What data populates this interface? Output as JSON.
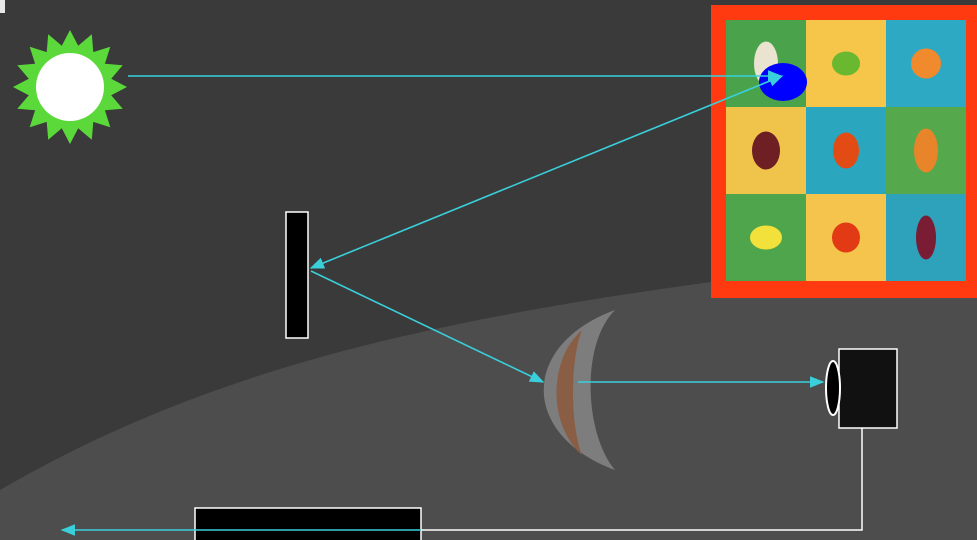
{
  "colors": {
    "background": "#3a3a3a",
    "background_arc": "#4d4d4d",
    "ray": "#39d0dc",
    "sun_rays": "#5bd93a",
    "sun_core": "#ffffff",
    "frame": "#ff3a10",
    "spot": "#0000ff",
    "mirror": "#000000",
    "lens_outer": "#7d7d7d",
    "lens_inner": "#8a5d45",
    "detector": "#111111",
    "wire": "#ffffff",
    "processor": "#000000"
  },
  "diagram": {
    "components": [
      {
        "id": "light-source",
        "icon": "sun-icon"
      },
      {
        "id": "sample",
        "icon": "produce-grid-image",
        "grid": [
          3,
          3
        ],
        "cell_colors": [
          "#4aa34a",
          "#f5c64a",
          "#2ea9c3",
          "#f0c34b",
          "#2aa6bf",
          "#55a84c",
          "#4fa54c",
          "#f5c44c",
          "#2ea2bb"
        ]
      },
      {
        "id": "flat-mirror",
        "icon": "mirror-icon"
      },
      {
        "id": "concave-mirror",
        "icon": "concave-mirror-icon"
      },
      {
        "id": "detector",
        "icon": "camera-icon"
      },
      {
        "id": "processing-unit",
        "icon": "box-icon"
      }
    ],
    "rays": [
      {
        "from": "light-source",
        "to": "sample"
      },
      {
        "from": "sample",
        "to": "flat-mirror"
      },
      {
        "from": "flat-mirror",
        "to": "concave-mirror"
      },
      {
        "from": "concave-mirror",
        "to": "detector"
      },
      {
        "from": "processing-unit",
        "to": "output"
      }
    ],
    "connections": [
      {
        "from": "detector",
        "to": "processing-unit"
      }
    ]
  }
}
